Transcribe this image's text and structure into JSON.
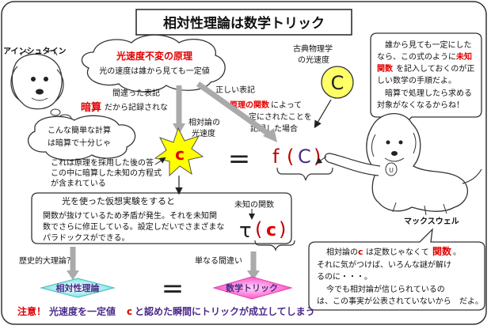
{
  "title": "相対性理論は数学トリック",
  "labels": {
    "einstein": "アインシュタイン",
    "maxwell": "マックスウェル",
    "classical_speed": [
      "古典物理学",
      "の光速度"
    ],
    "c_symbol": "C",
    "c_small": "c",
    "equals": "=",
    "f_c": "f (C)",
    "tau": "τ",
    "tau_c": "c"
  },
  "cloud_top": {
    "heading": "光速度不変の原理",
    "line": "光の速度は誰から見ても一定値"
  },
  "wrong_note": {
    "line1": "間違った表記",
    "line2_red": "暗算",
    "line2_rest": "だから記録されな"
  },
  "thought": {
    "line1": "こんな簡単な計算",
    "line2": "は暗算で十分じゃ"
  },
  "correct_note": {
    "line1": "正しい表記",
    "line2_red": "原理の関数",
    "line2_rest": "によって",
    "line3": "一定にされたことを",
    "line4": "記録した場合"
  },
  "relativity_speed": [
    "相対論の",
    "光速度"
  ],
  "left_note": [
    "これは原理を採用した後の答",
    "この中に暗算した未知の方程式",
    "が含まれている"
  ],
  "experiment": {
    "head": "光を使った仮想実験をすると",
    "lines": [
      "関数が抜けているため矛盾が発生。それを未知関",
      "数でさらに修正している。設定しだいでさまざまな",
      "パラドックスができる。"
    ]
  },
  "unknown_func": "未知の関数",
  "historical": "歴史的大理論？",
  "mere_mistake": "単なる間違い",
  "relativity_box": "相対性理論",
  "math_trick_box": "数学トリック",
  "bubble_right": [
    "誰から見ても一定にした",
    "なら、この式のように",
    "を記入しておくのが正",
    "しい数学の手順だよ。",
    "暗算で処理したら求める",
    "対象がなくなるからね！"
  ],
  "bubble_right_red": "未知関数",
  "bubble_bottom": {
    "l1a": "相対論の",
    "l1c": "c",
    "l1b": "は定数じゃなくて",
    "l1r": "関数",
    "l1e": "。",
    "l2": "それに気がつけば、いろんな謎が解け",
    "l3": "るのに・・・。",
    "l4": "今でも相対論が信じられているの",
    "l5": "は、この事実が公表されていないから",
    "l6": "だよ。"
  },
  "bottom_note": {
    "red": "注意！",
    "text": "光速度を一定値",
    "c": "c",
    "text2": "と認めた瞬間にトリックが成立してしまう"
  },
  "colors": {
    "red": "#e00000",
    "yellow": "#ffff66",
    "star_yellow": "#ffff00",
    "purple": "#4b2a8a",
    "cyan_box": "#aaf0f0",
    "pink_box": "#ff88dd",
    "gray_arrow": "#aaaaaa"
  }
}
